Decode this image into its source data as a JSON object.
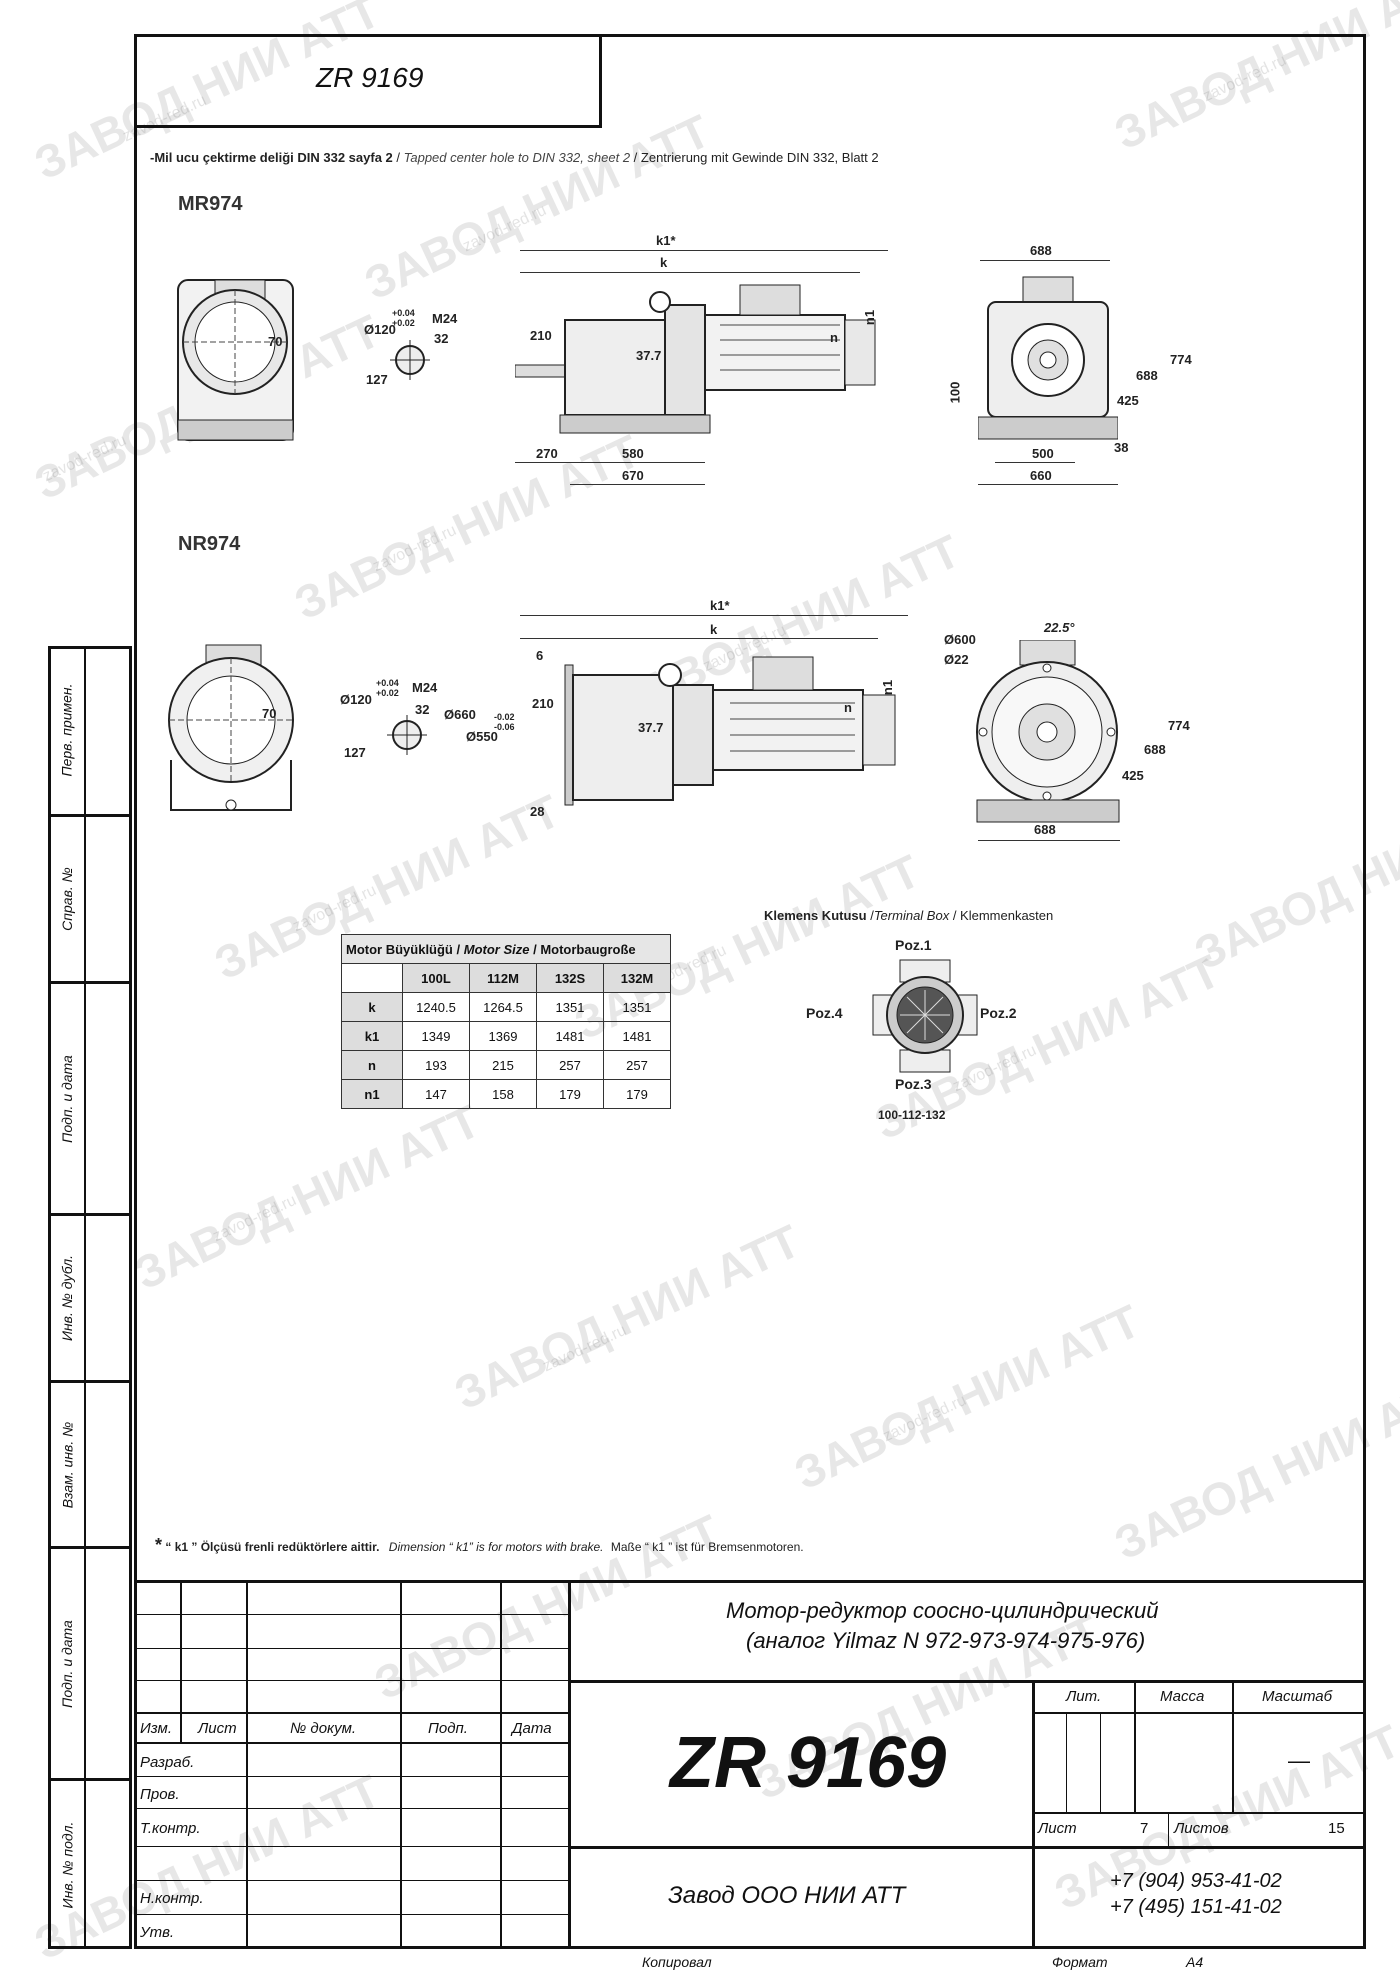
{
  "doc_code": "ZR 9169",
  "din_note": {
    "tr": "-Mil ucu çektirme deliği DIN 332 sayfa 2",
    "sep1": " / ",
    "en": "Tapped center hole to DIN 332, sheet 2",
    "sep2": " / ",
    "de": "Zentrierung mit Gewinde DIN 332, Blatt 2"
  },
  "models": {
    "mr": "MR974",
    "nr": "NR974"
  },
  "mr_dims": {
    "k1": "k1*",
    "k": "k",
    "d120": "Ø120",
    "tol_p": "+0.04",
    "tol_m": "+0.02",
    "m24": "M24",
    "d32": "32",
    "d127": "127",
    "d70": "70",
    "d210": "210",
    "d377": "37.7",
    "n": "n",
    "n1": "n1",
    "d270": "270",
    "d580": "580",
    "d670": "670",
    "d688t": "688",
    "d774": "774",
    "d688": "688",
    "d425": "425",
    "d100": "100",
    "d500": "500",
    "d38": "38",
    "d660": "660"
  },
  "nr_dims": {
    "k1": "k1*",
    "k": "k",
    "d6": "6",
    "d120": "Ø120",
    "tol_p": "+0.04",
    "tol_m": "+0.02",
    "m24": "M24",
    "d32": "32",
    "d127": "127",
    "d70": "70",
    "d660": "Ø660",
    "d550": "Ø550",
    "tol2_p": "-0.02",
    "tol2_m": "-0.06",
    "d210": "210",
    "d377": "37.7",
    "n": "n",
    "n1": "n1",
    "d28": "28",
    "d600": "Ø600",
    "d22": "Ø22",
    "angle": "22.5°",
    "d774": "774",
    "d688": "688",
    "d425": "425",
    "d688b": "688"
  },
  "motor_table": {
    "title_tr": "Motor Büyüklüğü",
    "title_sep": " / ",
    "title_en": "Motor Size",
    "title_sep2": " / ",
    "title_de": "Motorbaugroße",
    "columns": [
      "100L",
      "112M",
      "132S",
      "132M"
    ],
    "rows": [
      {
        "label": "k",
        "values": [
          "1240.5",
          "1264.5",
          "1351",
          "1351"
        ]
      },
      {
        "label": "k1",
        "values": [
          "1349",
          "1369",
          "1481",
          "1481"
        ]
      },
      {
        "label": "n",
        "values": [
          "193",
          "215",
          "257",
          "257"
        ]
      },
      {
        "label": "n1",
        "values": [
          "147",
          "158",
          "179",
          "179"
        ]
      }
    ]
  },
  "terminal_box": {
    "tr": "Klemens Kutusu",
    "sep1": " /",
    "en": "Terminal Box",
    "sep2": " / ",
    "de": "Klemmenkasten",
    "poz1": "Poz.1",
    "poz2": "Poz.2",
    "poz3": "Poz.3",
    "poz4": "Poz.4",
    "sizes": "100-112-132"
  },
  "footnote": {
    "star": "*",
    "tr": "“ k1 ” Ölçüsü frenli redüktörlere aittir.",
    "en": "Dimension “ k1” is for motors with brake.",
    "de": "Maße “ k1 ” ist für Bremsenmotoren."
  },
  "side_labels": [
    "Перв. примен.",
    "Справ. №",
    "Подп. и дата",
    "Инв. № дубл.",
    "Взам. инв. №",
    "Подп. и дата",
    "Инв. № подл."
  ],
  "stamp": {
    "title_line1": "Мотор-редуктор соосно-цилиндрический",
    "title_line2": "(аналог Yilmaz N 972-973-974-975-976)",
    "code": "ZR 9169",
    "col_izm": "Изм.",
    "col_list": "Лист",
    "col_doc": "№ докум.",
    "col_podp": "Подп.",
    "col_data": "Дата",
    "razrab": "Разраб.",
    "prov": "Пров.",
    "tkontr": "Т.контр.",
    "nkontr": "Н.контр.",
    "utv": "Утв.",
    "lit": "Лит.",
    "massa": "Масса",
    "masshtab": "Масштаб",
    "masshtab_val": "—",
    "list_label": "Лист",
    "list_val": "7",
    "listov_label": "Листов",
    "listov_val": "15",
    "company": "Завод ООО НИИ АТТ",
    "phone1": "+7 (904) 953-41-02",
    "phone2": "+7 (495) 151-41-02",
    "kopiroval": "Копировал",
    "format_label": "Формат",
    "format_val": "A4"
  },
  "watermark": {
    "main": "ЗАВОД НИИ АТТ",
    "sub": "zavod-red.ru"
  }
}
